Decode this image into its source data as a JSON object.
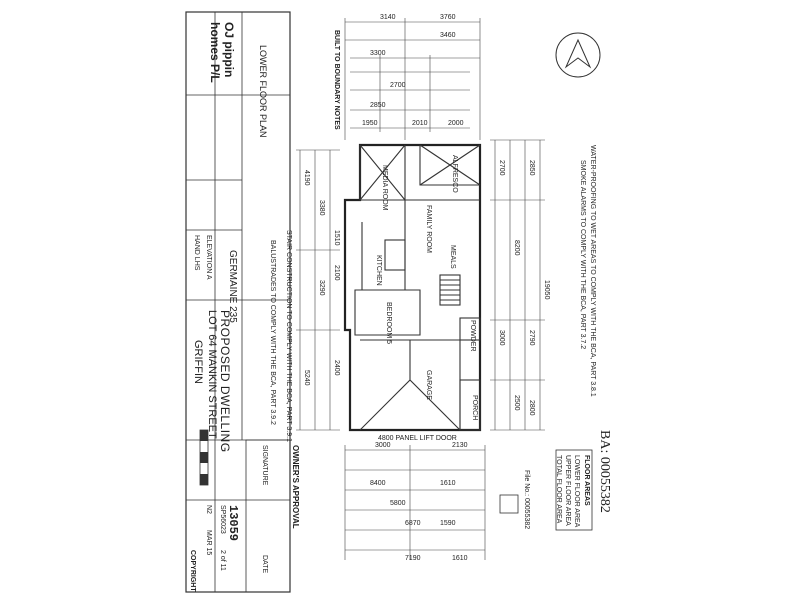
{
  "ba_number": "BA: 00055382",
  "company": {
    "name_line1": "OJ pippin",
    "name_line2": "homes P/L"
  },
  "sheet_title": "LOWER FLOOR PLAN",
  "project": {
    "title": "PROPOSED DWELLING",
    "address": "LOT 64 MANKIN STREET",
    "suburb": "GRIFFIN",
    "house_type": "GERMAINE 235",
    "elevation_label": "ELEVATION",
    "elevation": "A",
    "hand_label": "HAND",
    "hand": "LHS"
  },
  "job": {
    "number": "13059",
    "code": "SP56023",
    "rev": "N2",
    "date": "MAR 15",
    "sheet": "2 of 11"
  },
  "approval": {
    "heading": "OWNER'S APPROVAL",
    "signature": "SIGNATURE",
    "date": "DATE"
  },
  "notes": {
    "boundary": "BUILT TO BOUNDARY NOTES",
    "waterproof": "WATER-PROOFING TO WET AREAS TO COMPLY WITH THE BCA, PART 3.8.1",
    "smoke": "SMOKE ALARMS TO COMPLY WITH THE BCA, PART 3.7.2",
    "stair": "STAIR CONSTRUCTION TO COMPLY WITH THE BCA, PART 3.9.1",
    "balustrade": "BALUSTRADES TO COMPLY WITH THE BCA, PART 3.9.2",
    "file_no": "File No.: 00055382"
  },
  "rooms": [
    {
      "name": "MEDIA ROOM"
    },
    {
      "name": "FAMILY ROOM"
    },
    {
      "name": "MEALS"
    },
    {
      "name": "KITCHEN"
    },
    {
      "name": "BEDROOM 5"
    },
    {
      "name": "GARAGE"
    },
    {
      "name": "ALFRESCO"
    },
    {
      "name": "PORCH"
    },
    {
      "name": "POWDER"
    }
  ],
  "dimensions": {
    "top": [
      "3140",
      "3760",
      "3300",
      "3460",
      "2700",
      "2850",
      "1950",
      "2010",
      "2000"
    ],
    "bottom": [
      "3000",
      "2130",
      "8400",
      "1610",
      "5800",
      "6870",
      "1590",
      "7190",
      "1610"
    ],
    "left": [
      "4190",
      "3380",
      "1510",
      "3290",
      "5240",
      "2100",
      "2400"
    ],
    "right": [
      "2700",
      "8200",
      "3000",
      "19050",
      "2850",
      "2790",
      "2500",
      "2800"
    ]
  },
  "garage_door": "4800 PANEL LIFT DOOR",
  "floor_areas": {
    "heading": "FLOOR AREAS",
    "lower": "LOWER FLOOR AREA",
    "upper": "UPPER FLOOR AREA",
    "total": "TOTAL FLOOR AREA"
  },
  "copyright": "COPYRIGHT"
}
